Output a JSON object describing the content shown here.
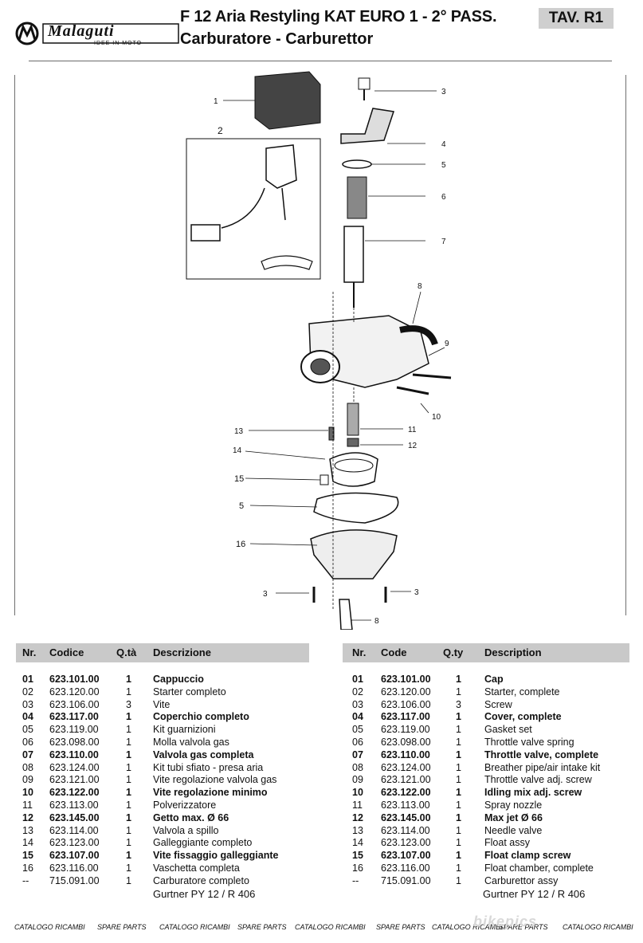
{
  "header": {
    "brand": "Malaguti",
    "tagline": "IDEE IN MOTO",
    "title_line1": "F 12 Aria Restyling KAT EURO 1 - 2° PASS.",
    "title_line2": "Carburatore - Carburettor",
    "table_ref": "TAV. R1"
  },
  "callouts": [
    "1",
    "2",
    "3",
    "4",
    "5",
    "6",
    "7",
    "8",
    "9",
    "10",
    "11",
    "12",
    "13",
    "14",
    "15",
    "5",
    "16",
    "3",
    "3",
    "8"
  ],
  "left_table": {
    "headers": {
      "nr": "Nr.",
      "code": "Codice",
      "qty": "Q.tà",
      "desc": "Descrizione"
    },
    "rows": [
      {
        "nr": "01",
        "code": "623.101.00",
        "qty": "1",
        "desc": "Cappuccio"
      },
      {
        "nr": "02",
        "code": "623.120.00",
        "qty": "1",
        "desc": "Starter completo"
      },
      {
        "nr": "03",
        "code": "623.106.00",
        "qty": "3",
        "desc": "Vite"
      },
      {
        "nr": "04",
        "code": "623.117.00",
        "qty": "1",
        "desc": "Coperchio completo"
      },
      {
        "nr": "05",
        "code": "623.119.00",
        "qty": "1",
        "desc": "Kit guarnizioni"
      },
      {
        "nr": "06",
        "code": "623.098.00",
        "qty": "1",
        "desc": "Molla valvola gas"
      },
      {
        "nr": "07",
        "code": "623.110.00",
        "qty": "1",
        "desc": "Valvola gas completa"
      },
      {
        "nr": "08",
        "code": "623.124.00",
        "qty": "1",
        "desc": "Kit tubi sfiato - presa aria"
      },
      {
        "nr": "09",
        "code": "623.121.00",
        "qty": "1",
        "desc": "Vite regolazione valvola gas"
      },
      {
        "nr": "10",
        "code": "623.122.00",
        "qty": "1",
        "desc": "Vite regolazione minimo"
      },
      {
        "nr": "11",
        "code": "623.113.00",
        "qty": "1",
        "desc": "Polverizzatore"
      },
      {
        "nr": "12",
        "code": "623.145.00",
        "qty": "1",
        "desc": "Getto max. Ø 66"
      },
      {
        "nr": "13",
        "code": "623.114.00",
        "qty": "1",
        "desc": "Valvola a spillo"
      },
      {
        "nr": "14",
        "code": "623.123.00",
        "qty": "1",
        "desc": "Galleggiante completo"
      },
      {
        "nr": "15",
        "code": "623.107.00",
        "qty": "1",
        "desc": "Vite fissaggio galleggiante"
      },
      {
        "nr": "16",
        "code": "623.116.00",
        "qty": "1",
        "desc": "Vaschetta completa"
      },
      {
        "nr": "--",
        "code": "715.091.00",
        "qty": "1",
        "desc": "Carburatore completo"
      }
    ],
    "note": "Gurtner PY 12 / R 406"
  },
  "right_table": {
    "headers": {
      "nr": "Nr.",
      "code": "Code",
      "qty": "Q.ty",
      "desc": "Description"
    },
    "rows": [
      {
        "nr": "01",
        "code": "623.101.00",
        "qty": "1",
        "desc": "Cap"
      },
      {
        "nr": "02",
        "code": "623.120.00",
        "qty": "1",
        "desc": "Starter, complete"
      },
      {
        "nr": "03",
        "code": "623.106.00",
        "qty": "3",
        "desc": "Screw"
      },
      {
        "nr": "04",
        "code": "623.117.00",
        "qty": "1",
        "desc": "Cover, complete"
      },
      {
        "nr": "05",
        "code": "623.119.00",
        "qty": "1",
        "desc": "Gasket set"
      },
      {
        "nr": "06",
        "code": "623.098.00",
        "qty": "1",
        "desc": "Throttle valve spring"
      },
      {
        "nr": "07",
        "code": "623.110.00",
        "qty": "1",
        "desc": "Throttle valve, complete"
      },
      {
        "nr": "08",
        "code": "623.124.00",
        "qty": "1",
        "desc": "Breather pipe/air intake kit"
      },
      {
        "nr": "09",
        "code": "623.121.00",
        "qty": "1",
        "desc": "Throttle valve adj. screw"
      },
      {
        "nr": "10",
        "code": "623.122.00",
        "qty": "1",
        "desc": "Idling mix adj. screw"
      },
      {
        "nr": "11",
        "code": "623.113.00",
        "qty": "1",
        "desc": "Spray nozzle"
      },
      {
        "nr": "12",
        "code": "623.145.00",
        "qty": "1",
        "desc": "Max jet Ø 66"
      },
      {
        "nr": "13",
        "code": "623.114.00",
        "qty": "1",
        "desc": "Needle valve"
      },
      {
        "nr": "14",
        "code": "623.123.00",
        "qty": "1",
        "desc": "Float assy"
      },
      {
        "nr": "15",
        "code": "623.107.00",
        "qty": "1",
        "desc": "Float clamp screw"
      },
      {
        "nr": "16",
        "code": "623.116.00",
        "qty": "1",
        "desc": "Float chamber, complete"
      },
      {
        "nr": "--",
        "code": "715.091.00",
        "qty": "1",
        "desc": "Carburettor assy"
      }
    ],
    "note": "Gurtner PY 12 / R 406"
  },
  "footer": {
    "items": [
      "CATALOGO RICAMBI",
      "SPARE PARTS",
      "CATALOGO RICAMBI",
      "SPARE PARTS",
      "CATALOGO RICAMBI",
      "SPARE PARTS",
      "CATALOGO RICAMBI",
      "SPARE PARTS",
      "CATALOGO RICAMBI"
    ],
    "watermark": "bikepics"
  },
  "colors": {
    "header_bar": "#c9c9c9",
    "ink": "#111111"
  }
}
